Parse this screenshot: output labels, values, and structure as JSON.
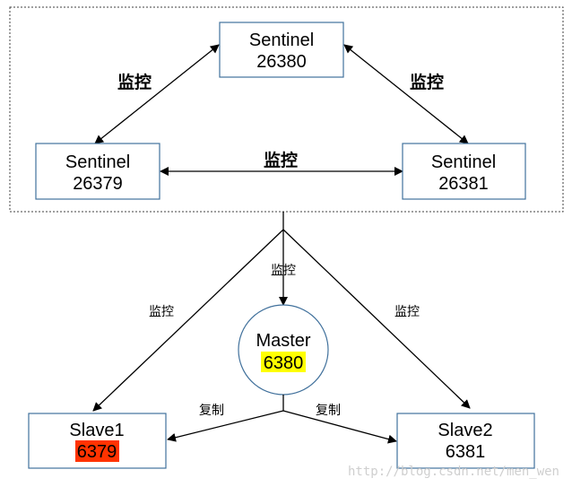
{
  "colors": {
    "box_border": "#41719c",
    "cluster_border": "#404040",
    "arrow": "#000000",
    "master_highlight": "#ffff00",
    "slave1_highlight": "#ff3300"
  },
  "sentinels": {
    "top": {
      "name": "Sentinel",
      "port": "26380"
    },
    "left": {
      "name": "Sentinel",
      "port": "26379"
    },
    "right": {
      "name": "Sentinel",
      "port": "26381"
    }
  },
  "master": {
    "name": "Master",
    "port": "6380"
  },
  "slaves": {
    "slave1": {
      "name": "Slave1",
      "port": "6379"
    },
    "slave2": {
      "name": "Slave2",
      "port": "6381"
    }
  },
  "labels": {
    "monitor": "监控",
    "replicate": "复制"
  },
  "watermark": "http://blog.csdn.net/men_wen"
}
